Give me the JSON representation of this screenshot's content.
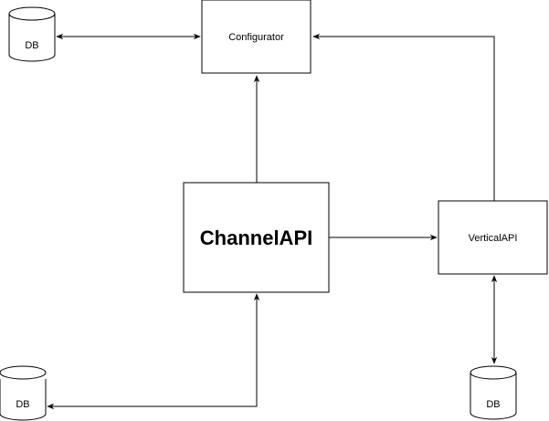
{
  "nodes": {
    "configurator": {
      "label": "Configurator"
    },
    "channel_api": {
      "label": "ChannelAPI"
    },
    "vertical_api": {
      "label": "VerticalAPI"
    },
    "db_top_left": {
      "label": "DB"
    },
    "db_bottom_left": {
      "label": "DB"
    },
    "db_bottom_right": {
      "label": "DB"
    }
  },
  "colors": {
    "stroke": "#000000",
    "fill": "#ffffff"
  }
}
